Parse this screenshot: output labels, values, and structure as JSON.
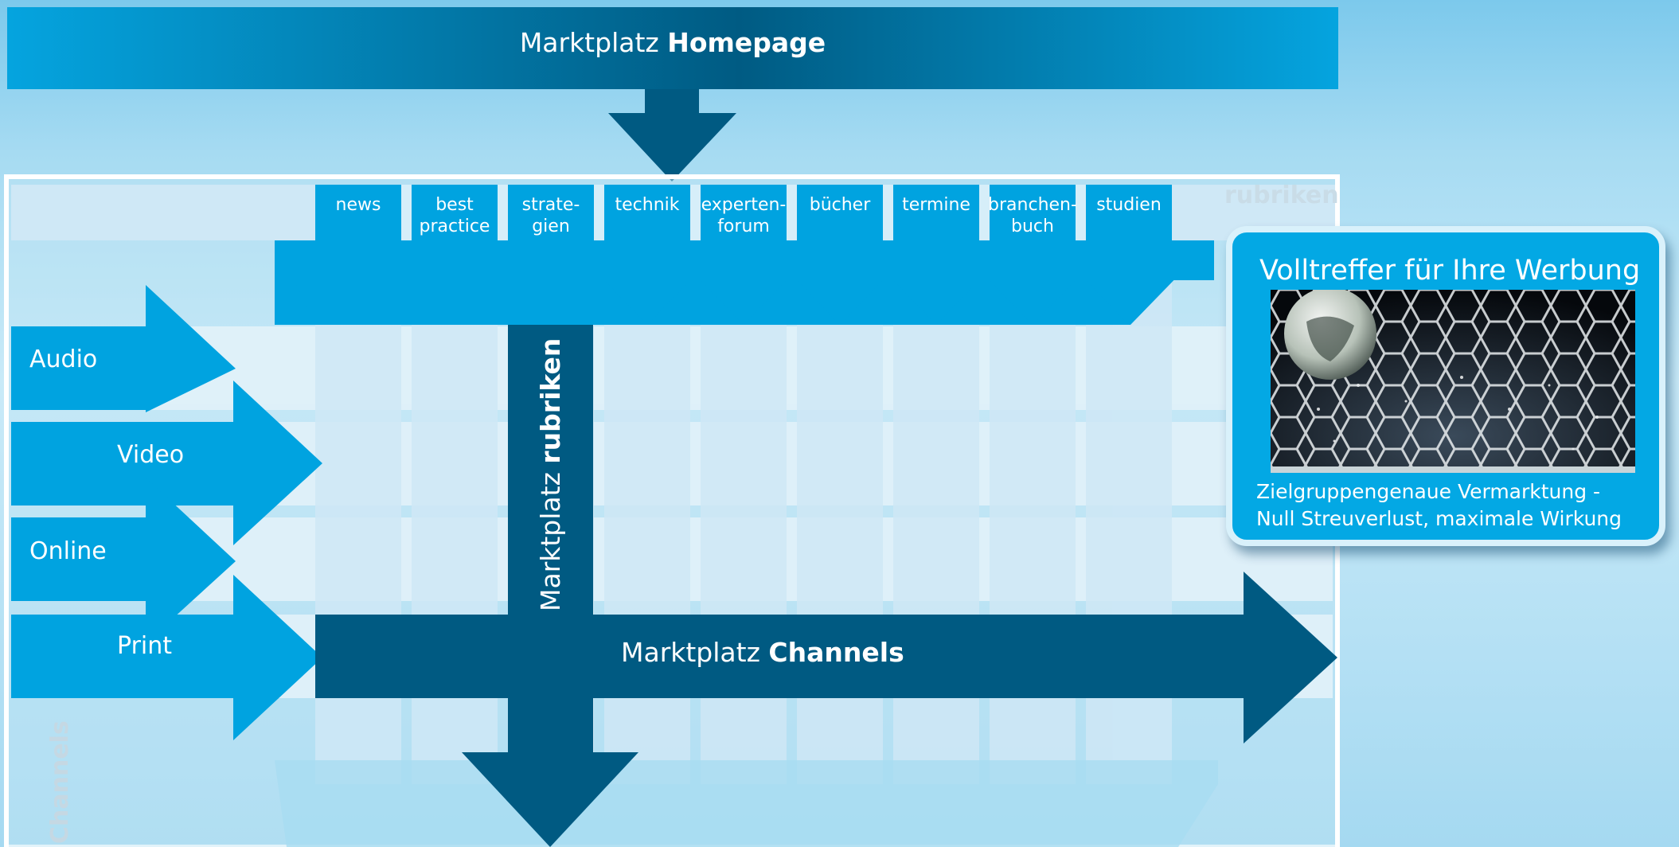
{
  "colors": {
    "light_blue": "#00a3e0",
    "dark_blue": "#005a82",
    "grid": "#d4ecf8"
  },
  "homepage_bar": {
    "prefix": "Marktplatz ",
    "bold": "Homepage"
  },
  "rubriken_bar": {
    "prefix": "Marktplatz ",
    "bold": "rubriken"
  },
  "channels_bar": {
    "prefix": "Marktplatz ",
    "bold": "Channels"
  },
  "rubriken_watermark": "rubriken",
  "channels_watermark": "Channels",
  "rubriken": [
    {
      "label": "news"
    },
    {
      "label": "best\npractice"
    },
    {
      "label": "strate-\ngien"
    },
    {
      "label": "technik"
    },
    {
      "label": "experten-\nforum"
    },
    {
      "label": "bücher"
    },
    {
      "label": "termine"
    },
    {
      "label": "branchen-\nbuch"
    },
    {
      "label": "studien"
    }
  ],
  "channels": [
    {
      "label": "Audio"
    },
    {
      "label": "Video"
    },
    {
      "label": "Online"
    },
    {
      "label": "Print"
    }
  ],
  "ad": {
    "title": "Volltreffer für Ihre Werbung",
    "line1": "Zielgruppengenaue Vermarktung -",
    "line2": "Null Streuverlust, maximale Wirkung"
  },
  "icons": {
    "photo": "soccer-ball-in-net"
  }
}
